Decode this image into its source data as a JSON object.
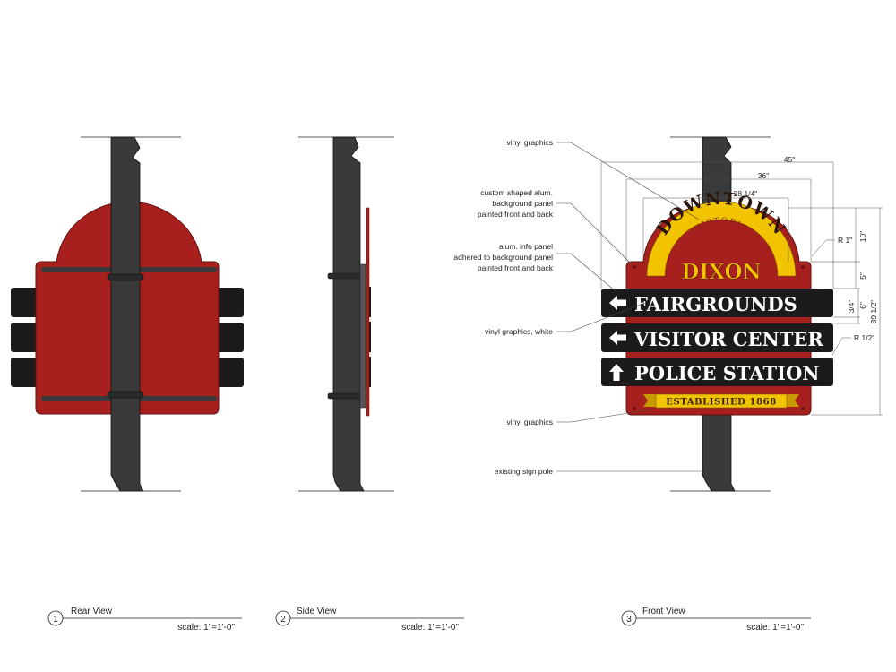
{
  "colors": {
    "pole": "#3a3a3a",
    "sign_red": "#a8201d",
    "panel_black": "#1c1a1b",
    "yellow": "#f2c400",
    "leader_line": "#444444"
  },
  "views": [
    {
      "number": "1",
      "title": "Rear View",
      "scale": "scale: 1\"=1'-0\""
    },
    {
      "number": "2",
      "title": "Side View",
      "scale": "scale: 1\"=1'-0\""
    },
    {
      "number": "3",
      "title": "Front View",
      "scale": "scale: 1\"=1'-0\""
    }
  ],
  "sign": {
    "header_top": "DOWNTOWN",
    "header_sub": "HISTORIC",
    "header_main": "DIXON",
    "panels": [
      {
        "icon": "arrow-left-icon",
        "text": "FAIRGROUNDS"
      },
      {
        "icon": "arrow-left-icon",
        "text": "VISITOR CENTER"
      },
      {
        "icon": "arrow-up-icon",
        "text": "POLICE STATION"
      }
    ],
    "banner": "ESTABLISHED 1868"
  },
  "callouts": [
    "vinyl graphics",
    "custom shaped alum.",
    "background panel",
    "painted front and back",
    "alum. info panel",
    "adhered to background panel",
    "painted front and back",
    "vinyl graphics, white",
    "vinyl graphics",
    "existing sign pole"
  ],
  "dimensions": {
    "width_overall": "45\"",
    "width_panel": "36\"",
    "width_header": "28 1/4\"",
    "radius_top": "R 1\"",
    "radius_panel": "R 1/2\"",
    "h_header": "10\"",
    "h_top": "5\"",
    "h_panel": "6\"",
    "h_gap": "3/4\"",
    "h_overall": "39 1/2\""
  }
}
